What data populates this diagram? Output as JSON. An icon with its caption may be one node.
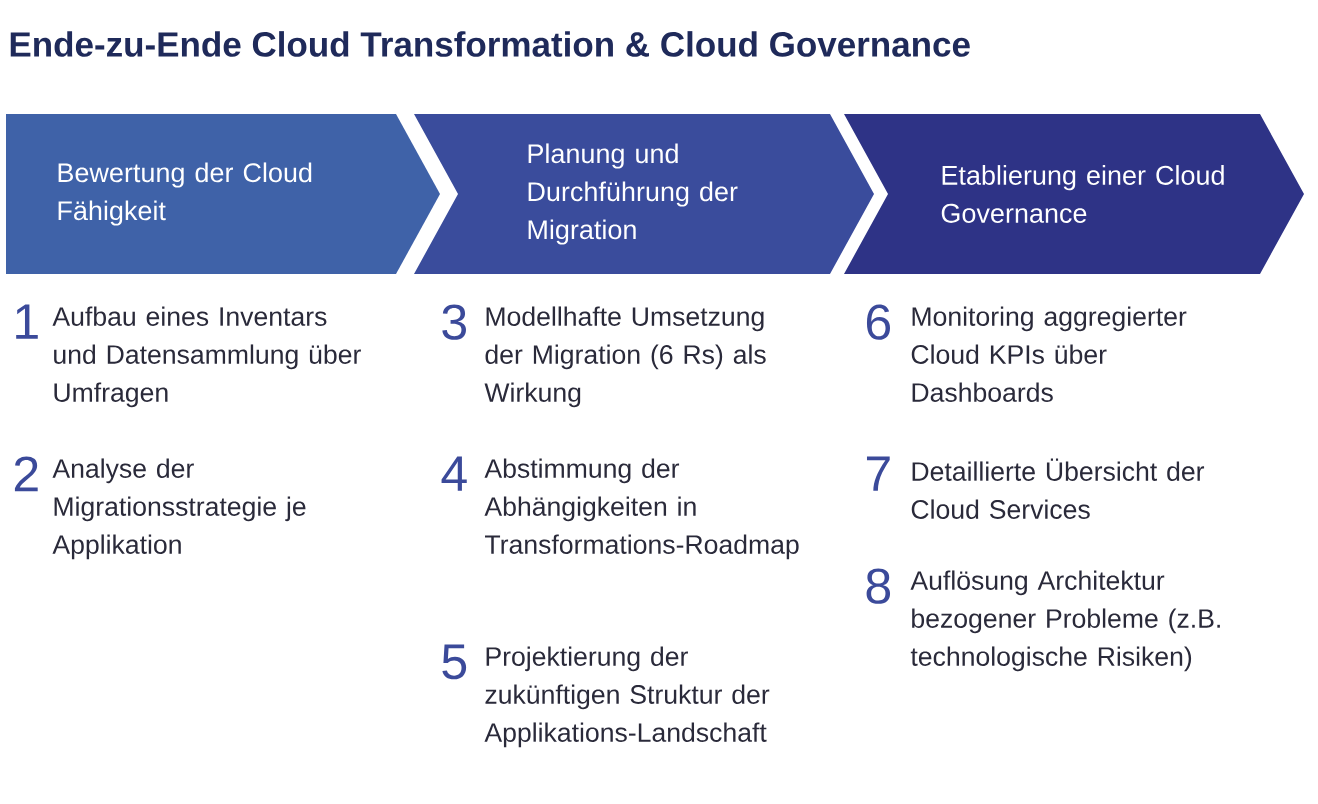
{
  "diagram": {
    "title": "Ende-zu-Ende Cloud Transformation & Cloud Governance",
    "nodes": [
      {
        "text": [
          "Bewertung der Cloud Fähigkeit"
        ]
      },
      {
        "text": [
          "Planung und Durchführung der Migration"
        ]
      },
      {
        "text": [
          "Etablierung einer Cloud Governance"
        ]
      }
    ],
    "edges": [],
    "labels": [
      "1",
      "Aufbau eines Inventars und Datensammlung über Umfragen",
      "2",
      "Analyse der Migrationsstrategie je Applikation",
      "3",
      "Modellhafte Umsetzung der Migration (6 Rs) als Wirkung",
      "4",
      "Abstimmung der Abhängigkeiten in Transformations-Roadmap",
      "5",
      "Projektierung der zukünftigen Struktur der Applikations-Landschaft",
      "6",
      "Monitoring aggregierter Cloud KPIs über Dashboards",
      "7",
      "Detaillierte Übersicht der Cloud Services",
      "8",
      "Auflösung Architektur bezogener Probleme (z.B. technologische Risiken)"
    ]
  }
}
